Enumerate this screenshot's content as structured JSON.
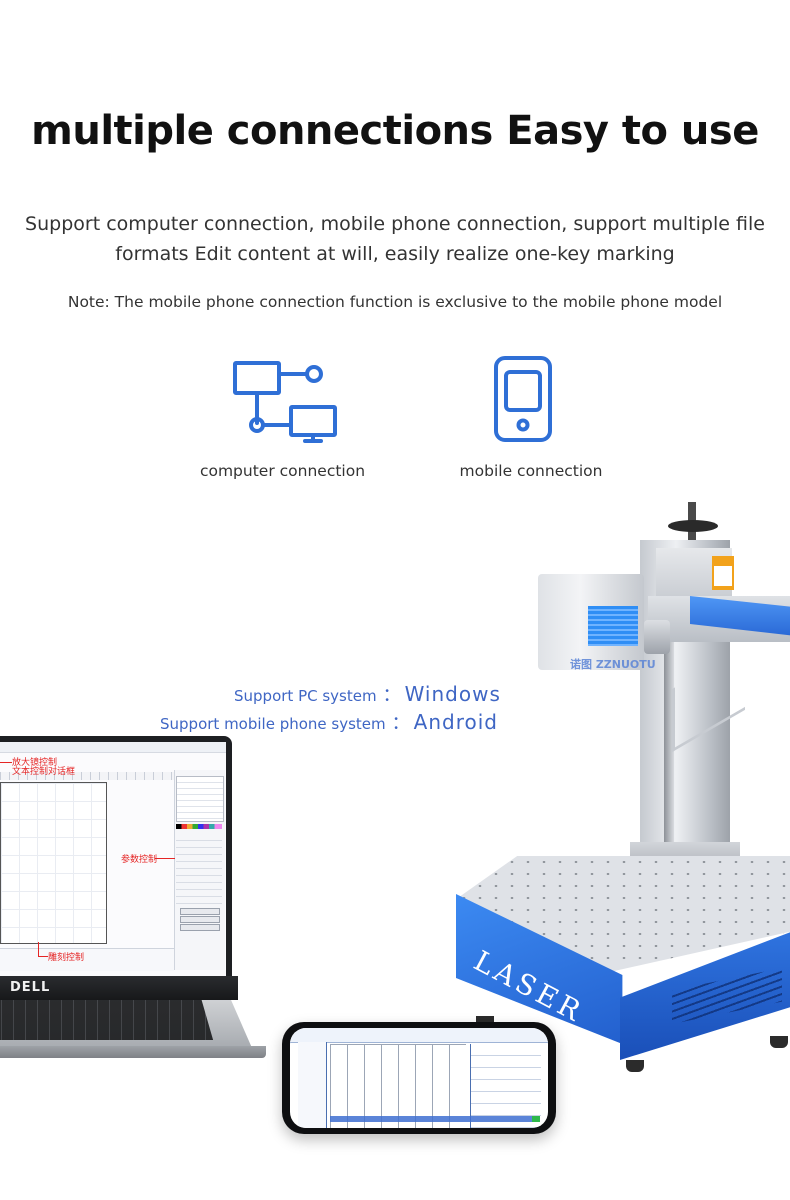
{
  "headline": "multiple connections  Easy to use",
  "description": "Support computer connection, mobile phone connection, support multiple file formats Edit content at will, easily realize one-key marking",
  "note": "Note: The mobile phone connection function is exclusive to the mobile phone model",
  "features": [
    {
      "icon": "computer-connection-icon",
      "label": "computer connection"
    },
    {
      "icon": "mobile-connection-icon",
      "label": "mobile connection"
    }
  ],
  "accent_color": "#2f6fd6",
  "systems": [
    {
      "label": "Support PC system",
      "separator": "：",
      "value": "Windows"
    },
    {
      "label": "Support mobile phone system",
      "separator": "：",
      "value": "Android"
    }
  ],
  "laptop": {
    "brand": "DELL",
    "callouts": [
      "放大镜控制",
      "文本控制对话框",
      "参数控制",
      "雕刻控制"
    ]
  },
  "machine": {
    "label": "LASER",
    "logo_text": "诺图 ZZNUOTU"
  }
}
